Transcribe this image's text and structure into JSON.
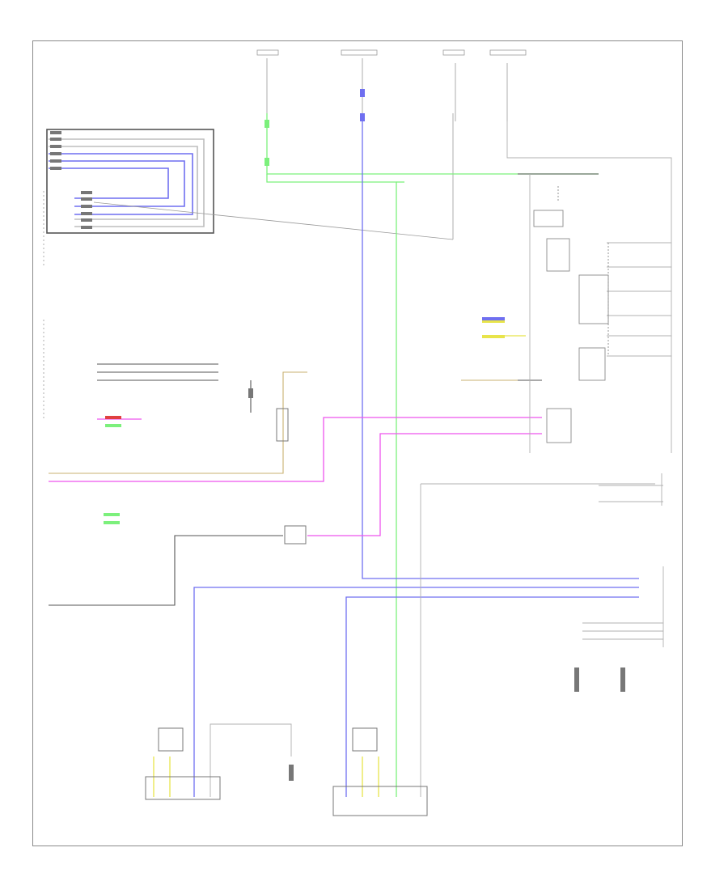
{
  "page": {
    "number": ""
  },
  "colors": {
    "wire_green": "#7cf07c",
    "wire_blue": "#6f6ff0",
    "wire_magenta": "#ee55ee",
    "wire_yellow": "#e8e44a",
    "wire_tan": "#c8b070",
    "wire_black": "#555555",
    "wire_gray": "#a0a0a0",
    "wire_red": "#e04040",
    "frame": "#8a8a8a"
  },
  "components": [
    {
      "id": "instrument-cluster",
      "label": ""
    },
    {
      "id": "combination-meter",
      "label": ""
    },
    {
      "id": "junction-block",
      "label": ""
    },
    {
      "id": "neutral-start-switch",
      "label": ""
    },
    {
      "id": "front-speed-sensor-rh",
      "label": ""
    },
    {
      "id": "front-speed-sensor-lh",
      "label": ""
    },
    {
      "id": "ecm",
      "label": ""
    },
    {
      "id": "abs-actuator",
      "label": ""
    },
    {
      "id": "ground-1",
      "label": ""
    },
    {
      "id": "ground-2",
      "label": ""
    },
    {
      "id": "ground-3",
      "label": ""
    }
  ]
}
